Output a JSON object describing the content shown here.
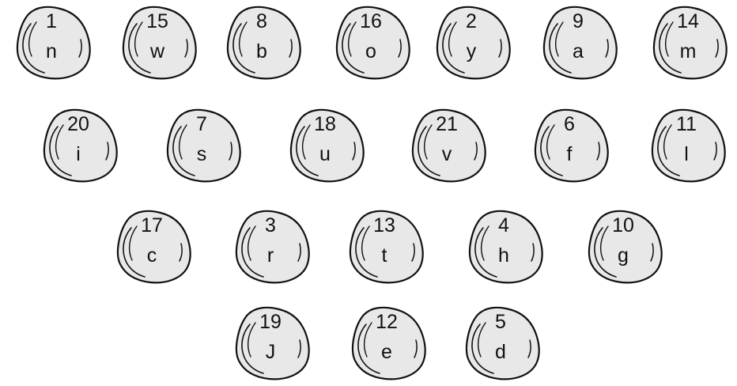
{
  "stone_fill": "#e8e8e8",
  "stone_outline": "#111111",
  "rows": [
    {
      "stones": [
        {
          "number": "1",
          "letter": "n"
        },
        {
          "number": "15",
          "letter": "w"
        },
        {
          "number": "8",
          "letter": "b"
        },
        {
          "number": "16",
          "letter": "o"
        },
        {
          "number": "2",
          "letter": "y"
        },
        {
          "number": "9",
          "letter": "a"
        },
        {
          "number": "14",
          "letter": "m"
        }
      ]
    },
    {
      "stones": [
        {
          "number": "20",
          "letter": "i"
        },
        {
          "number": "7",
          "letter": "s"
        },
        {
          "number": "18",
          "letter": "u"
        },
        {
          "number": "21",
          "letter": "v"
        },
        {
          "number": "6",
          "letter": "f"
        },
        {
          "number": "11",
          "letter": "l"
        }
      ]
    },
    {
      "stones": [
        {
          "number": "17",
          "letter": "c"
        },
        {
          "number": "3",
          "letter": "r"
        },
        {
          "number": "13",
          "letter": "t"
        },
        {
          "number": "4",
          "letter": "h"
        },
        {
          "number": "10",
          "letter": "g"
        }
      ]
    },
    {
      "stones": [
        {
          "number": "19",
          "letter": "J"
        },
        {
          "number": "12",
          "letter": "e"
        },
        {
          "number": "5",
          "letter": "d"
        }
      ]
    }
  ]
}
